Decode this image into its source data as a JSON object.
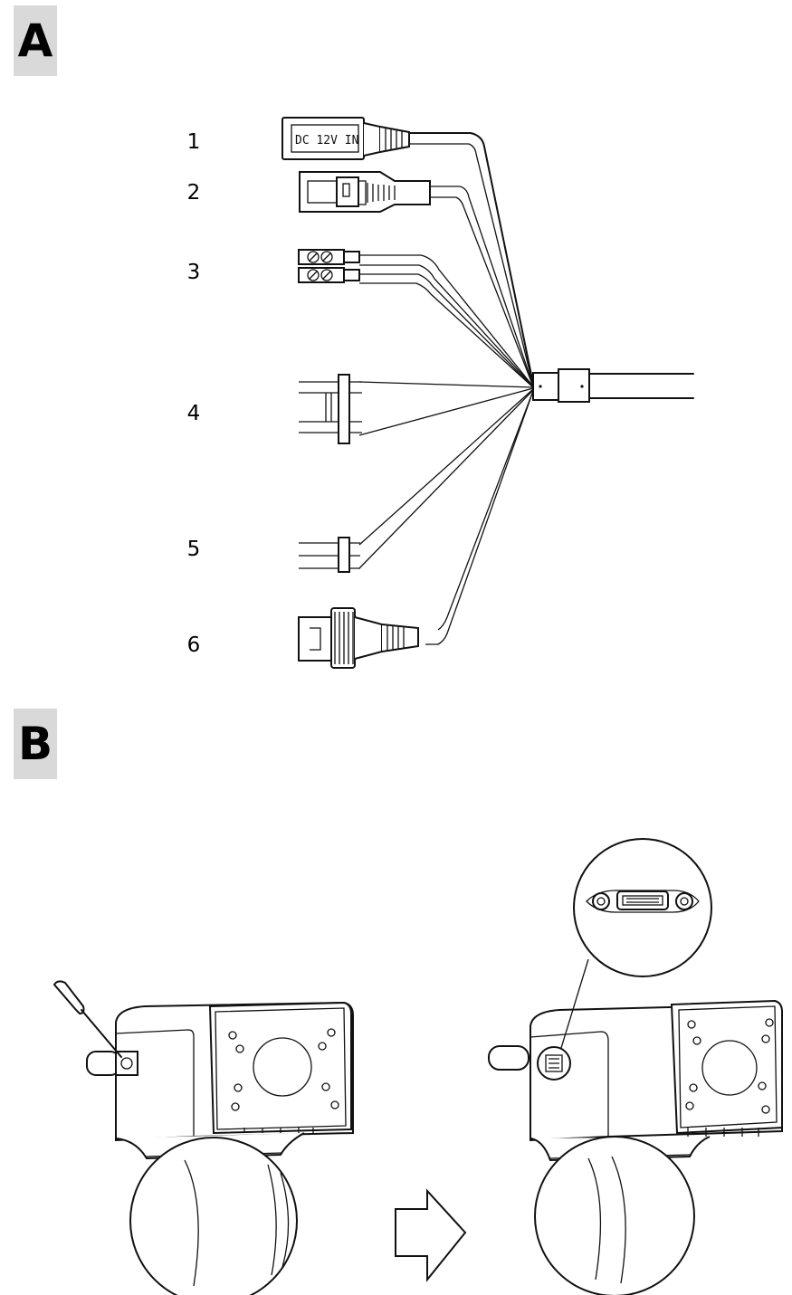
{
  "sections": {
    "a": "A",
    "b": "B"
  },
  "cable_numbers": [
    "1",
    "2",
    "3",
    "4",
    "5",
    "6"
  ],
  "dc_label": "DC 12V IN"
}
